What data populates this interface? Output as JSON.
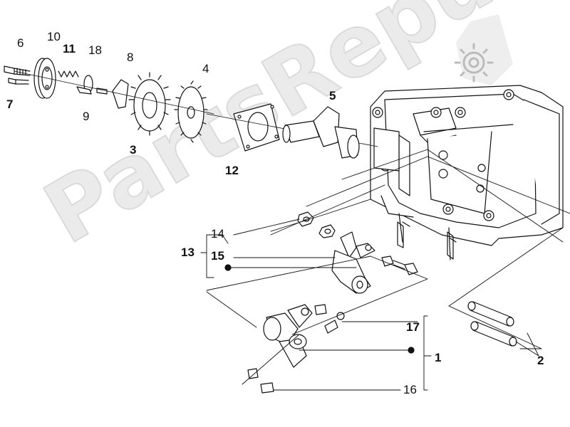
{
  "watermark": {
    "text": "PartsRepublik"
  },
  "callouts": {
    "c1": "1",
    "c2": "2",
    "c3": "3",
    "c4": "4",
    "c5": "5",
    "c6": "6",
    "c7": "7",
    "c8": "8",
    "c9": "9",
    "c10": "10",
    "c11": "11",
    "c12": "12",
    "c13": "13",
    "c14": "14",
    "c15": "15",
    "c16": "16",
    "c17": "17",
    "c18": "18"
  },
  "colors": {
    "line": "#111111",
    "fill": "#ffffff",
    "shade": "#cfcfcf"
  },
  "icons": [
    "gear-logo-icon"
  ]
}
